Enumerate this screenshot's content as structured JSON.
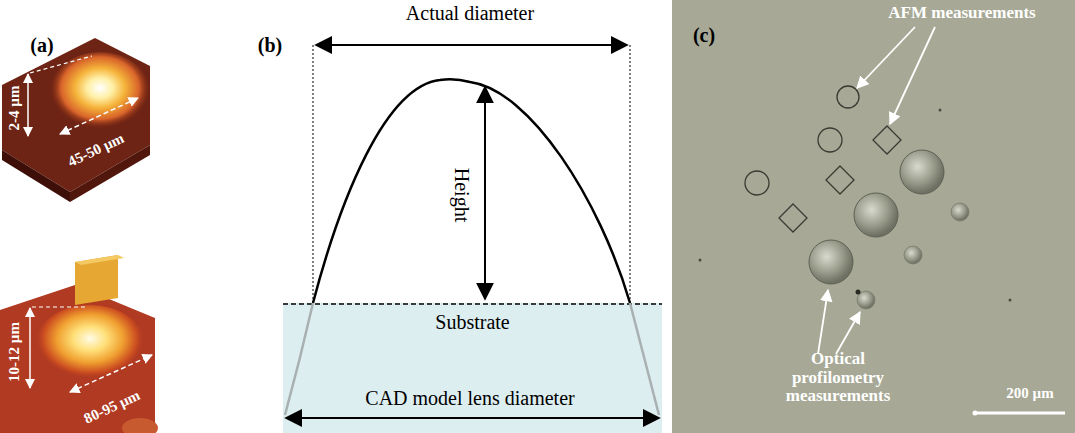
{
  "diagram": {
    "nodes": [
      {
        "text": [
          "Substrate"
        ]
      }
    ],
    "labels": [
      "(a)",
      "2-4 µm",
      "45-50 µm",
      "10-12 µm",
      "80-95 µm",
      "(b)",
      "Actual diameter",
      "Height",
      "CAD model lens diameter",
      "(c)",
      "AFM measurements",
      "Optical profilometry measurements",
      "200 µm"
    ]
  }
}
